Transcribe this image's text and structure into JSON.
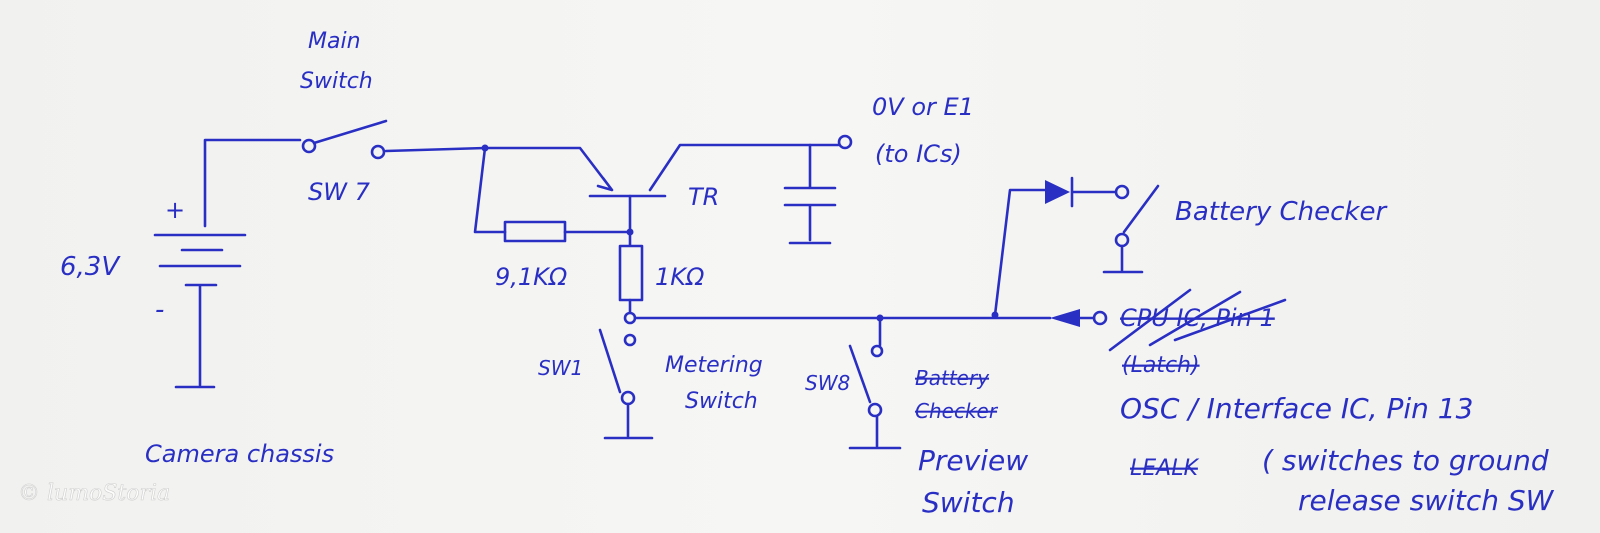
{
  "ink_color": "#2a2fc4",
  "labels": {
    "main_switch_1": "Main",
    "main_switch_2": "Switch",
    "sw7": "SW 7",
    "battery_voltage": "6,3V",
    "plus": "+",
    "minus": "-",
    "camera_chassis": "Camera chassis",
    "r_base": "9,1KΩ",
    "r_1k": "1KΩ",
    "transistor": "TR",
    "out_1": "0V or E1",
    "out_2": "(to ICs)",
    "battery_checker": "Battery Checker",
    "sw1": "SW1",
    "metering_1": "Metering",
    "metering_2": "Switch",
    "sw8": "SW8",
    "struck_battery": "Battery",
    "struck_checker": "Checker",
    "preview_1": "Preview",
    "preview_2": "Switch",
    "struck_cpu": "CPU IC, Pin 1",
    "struck_latch": "(Latch)",
    "osc": "OSC / Interface IC, Pin 13",
    "struck_word": "LEALK",
    "note_1": "( switches to ground",
    "note_2": "release switch SW"
  },
  "watermark": "© lumoStoria"
}
